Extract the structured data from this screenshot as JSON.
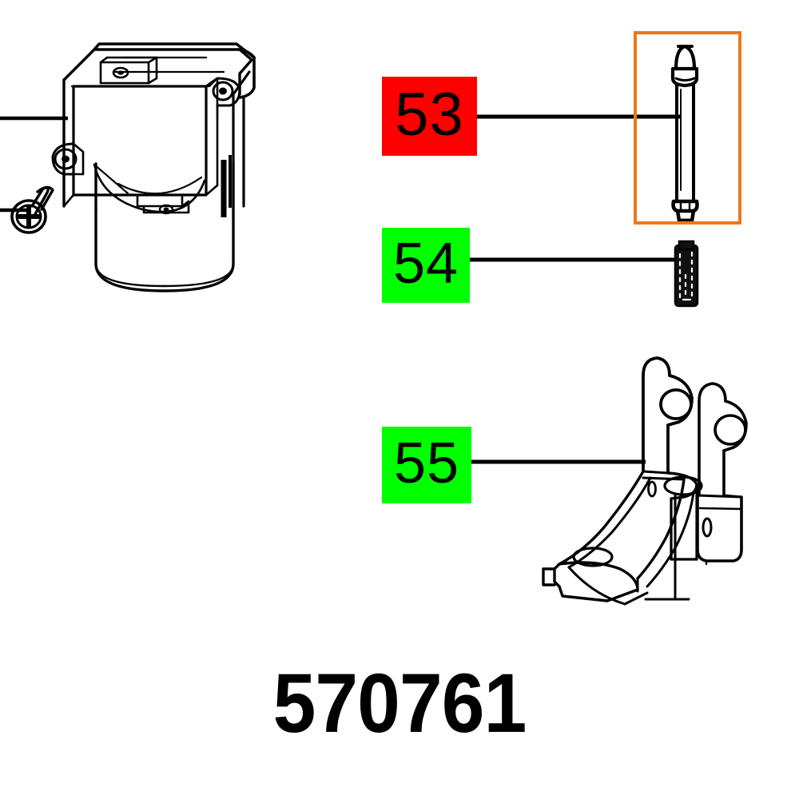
{
  "document": {
    "type": "exploded-parts-diagram",
    "caption": "570761",
    "background_color": "#FFFFFF",
    "line_color": "#000000"
  },
  "callouts": [
    {
      "number": "53",
      "box_color": "#FF0000",
      "text_color": "#000000",
      "part_name": "pin-shaft",
      "highlighted": true
    },
    {
      "number": "54",
      "box_color": "#00FF00",
      "text_color": "#000000",
      "part_name": "set-screw",
      "highlighted": false
    },
    {
      "number": "55",
      "box_color": "#00FF00",
      "text_color": "#000000",
      "part_name": "lever-bracket-assembly",
      "highlighted": false
    }
  ],
  "highlight": {
    "border_color": "#E8791E",
    "target_callout": "53"
  },
  "parts": {
    "housing_assembly": "cylindrical-housing-with-clamp-bracket",
    "fastener": "phillips-head-screw",
    "pin": "tapered-pin-shaft",
    "grub_screw": "threaded-set-screw",
    "bracket": "dual-arm-pivot-lever-bracket"
  },
  "icons": {
    "leader_line": "leader-line",
    "highlight_box": "highlight-box-icon"
  }
}
